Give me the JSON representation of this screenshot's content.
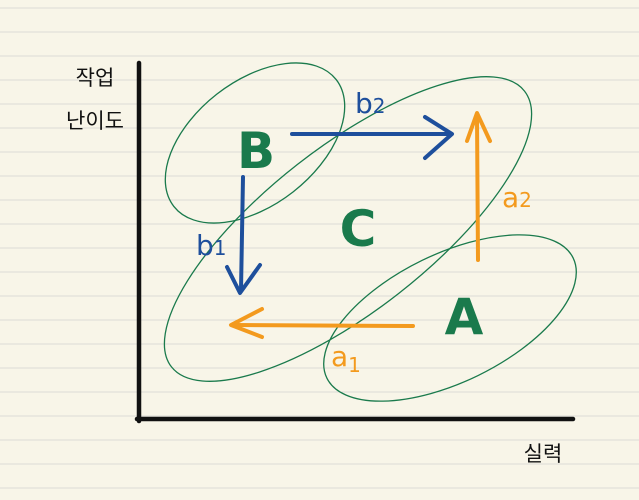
{
  "axes": {
    "y_label_line1": "작업",
    "y_label_line2": "난이도",
    "x_label": "실력"
  },
  "regions": {
    "A": "A",
    "B": "B",
    "C": "C"
  },
  "arrows": {
    "a1": {
      "base": "a",
      "sub": "1"
    },
    "a2": {
      "base": "a",
      "sub": "2"
    },
    "b1": {
      "base": "b",
      "sub": "1"
    },
    "b2": {
      "base": "b",
      "sub": "2"
    }
  },
  "colors": {
    "paper": "#f8f5e8",
    "rule_line": "#dcdcd6",
    "axis": "#111111",
    "green": "#1a7a4c",
    "blue": "#1e4f9c",
    "orange": "#f39a1e"
  }
}
